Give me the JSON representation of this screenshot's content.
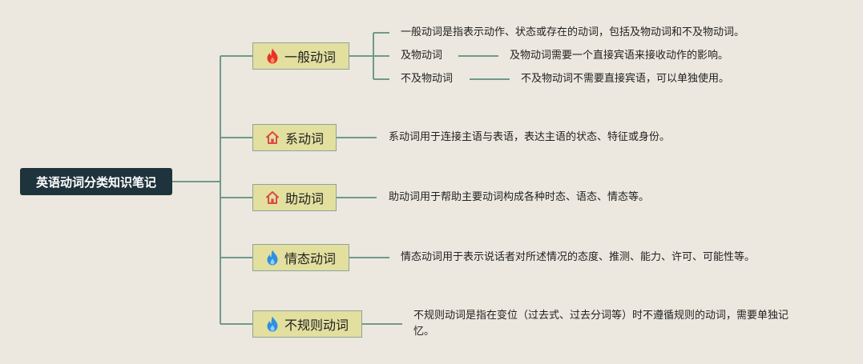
{
  "root": {
    "label": "英语动词分类知识笔记"
  },
  "colors": {
    "background": "#ece8df",
    "root_fill": "#1f333c",
    "branch_fill": "#e3df9f",
    "branch_border": "#8aa59a",
    "connector": "#6e9a8b",
    "fire_red": "#e8322a",
    "fire_blue": "#2f8fe0",
    "house_red": "#d94a48"
  },
  "branches": [
    {
      "label": "一般动词",
      "icon": "fire-icon-red",
      "description": "一般动词是指表示动作、状态或存在的动词，包括及物动词和不及物动词。",
      "children": [
        {
          "label": "及物动词",
          "description": "及物动词需要一个直接宾语来接收动作的影响。"
        },
        {
          "label": "不及物动词",
          "description": "不及物动词不需要直接宾语，可以单独使用。"
        }
      ]
    },
    {
      "label": "系动词",
      "icon": "house-icon",
      "description": "系动词用于连接主语与表语，表达主语的状态、特征或身份。"
    },
    {
      "label": "助动词",
      "icon": "house-icon",
      "description": "助动词用于帮助主要动词构成各种时态、语态、情态等。"
    },
    {
      "label": "情态动词",
      "icon": "fire-icon-blue",
      "description": "情态动词用于表示说话者对所述情况的态度、推测、能力、许可、可能性等。"
    },
    {
      "label": "不规则动词",
      "icon": "fire-icon-blue",
      "description": "不规则动词是指在变位（过去式、过去分词等）时不遵循规则的动词，需要单独记忆。"
    }
  ]
}
